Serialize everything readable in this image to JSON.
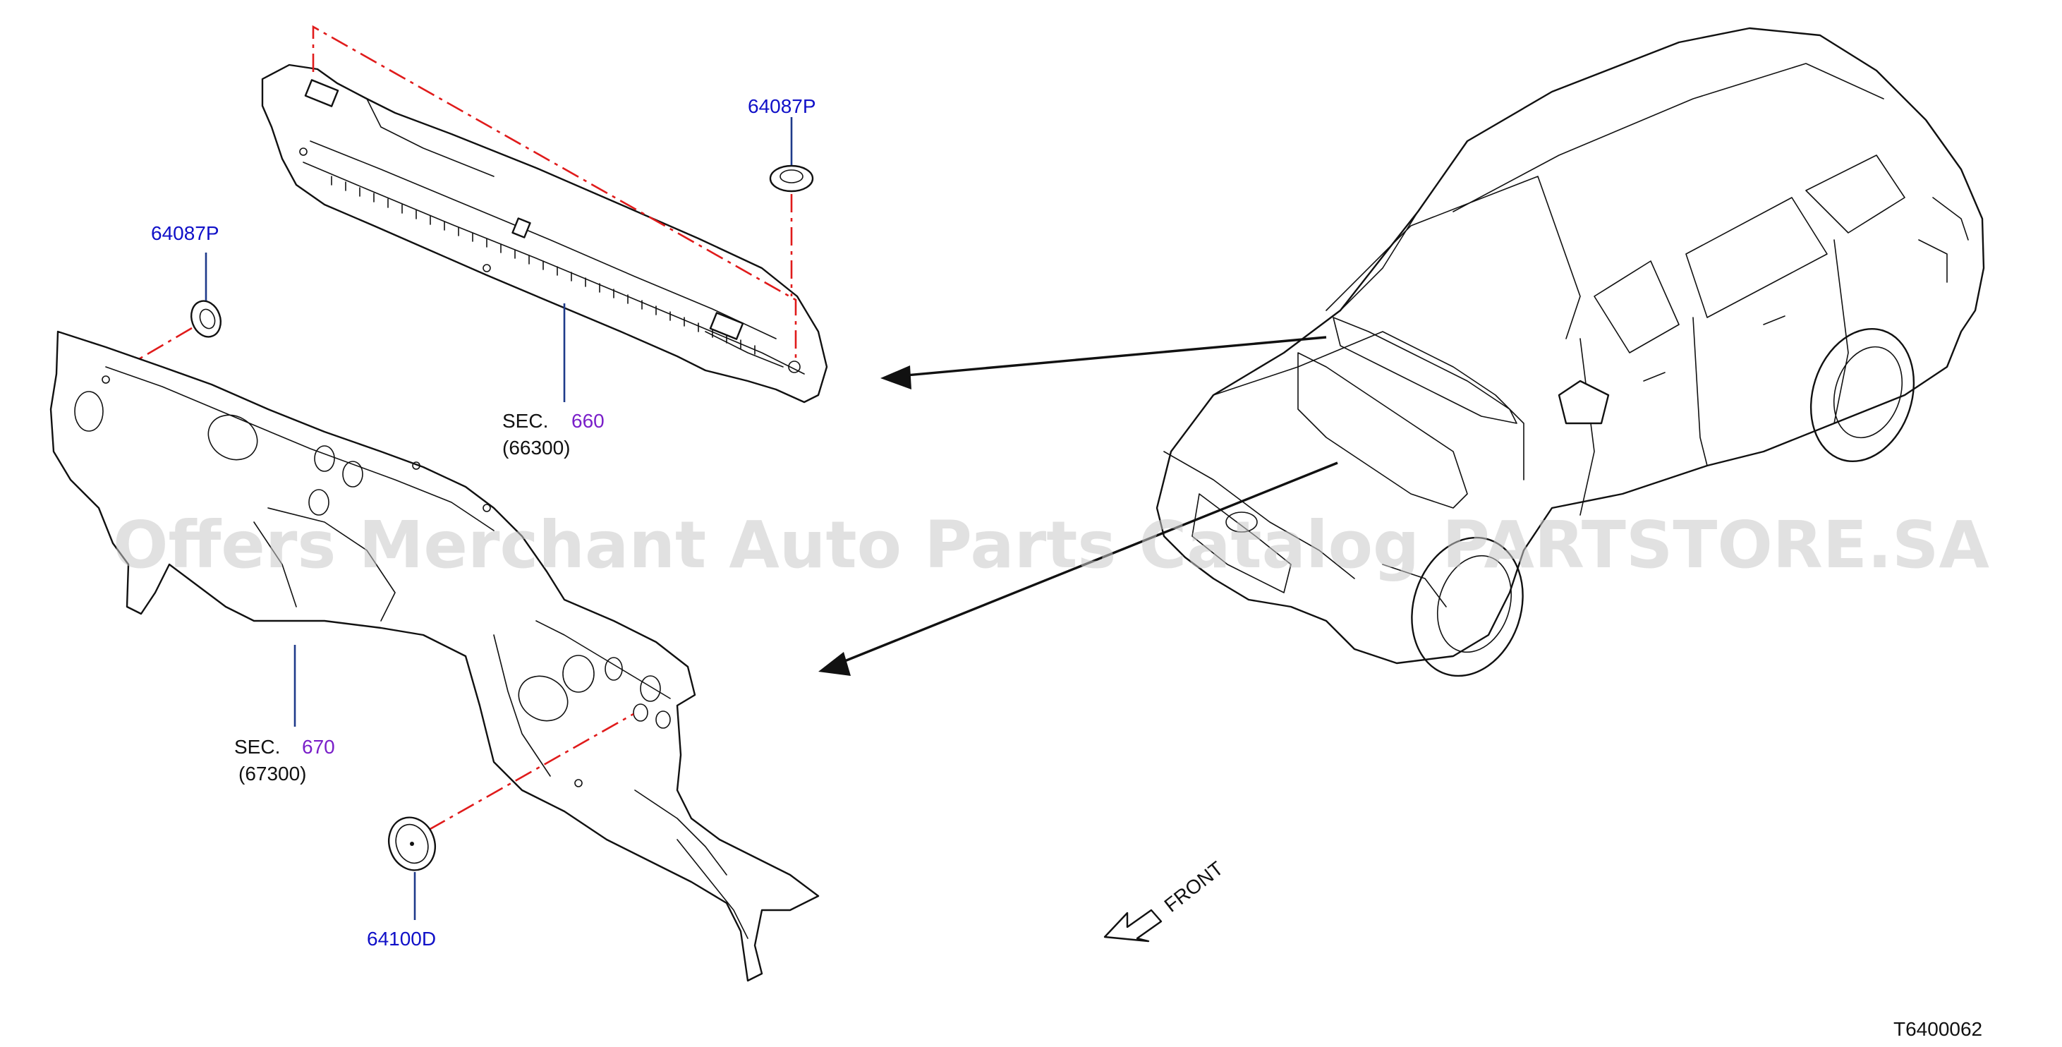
{
  "callouts": {
    "grommet_top": "64087P",
    "grommet_left": "64087P",
    "plug_bottom": "64100D",
    "sec_cowl_prefix": "SEC.",
    "sec_cowl_num": "660",
    "sec_cowl_part": "(66300)",
    "sec_dash_prefix": "SEC.",
    "sec_dash_num": "670",
    "sec_dash_part": "(67300)"
  },
  "front_label": "FRONT",
  "diagram_id": "T6400062",
  "watermark": "Offers Merchant Auto Parts Catalog PARTSTORE.SA",
  "colors": {
    "part_number": "#1010c8",
    "section_number": "#7a1fc9",
    "assembly_link": "#e01b1b",
    "leader": "#1e3a8a"
  }
}
